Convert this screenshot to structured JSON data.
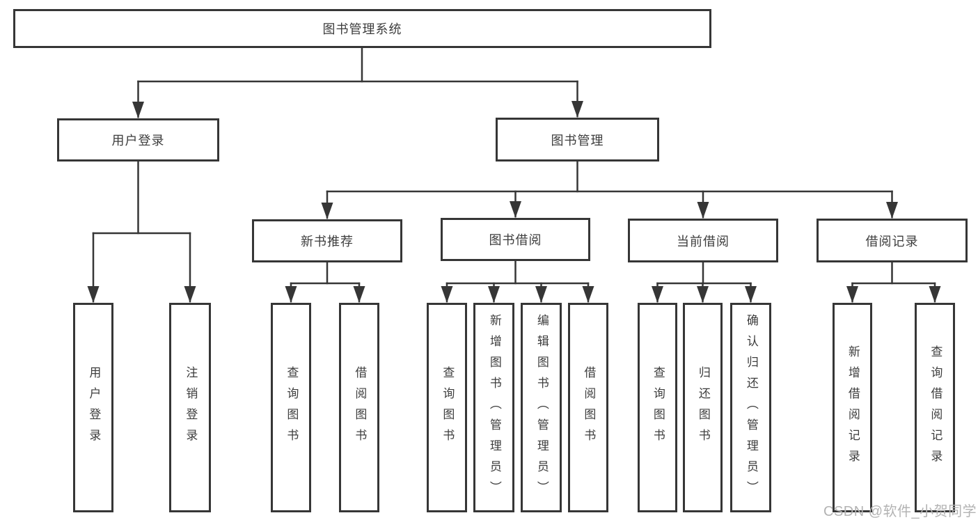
{
  "tree": {
    "root": {
      "label": "图书管理系统"
    },
    "user_login": {
      "label": "用户登录",
      "children": [
        {
          "label": "用户登录"
        },
        {
          "label": "注销登录"
        }
      ]
    },
    "book_management": {
      "label": "图书管理",
      "children": [
        {
          "label": "新书推荐",
          "children": [
            {
              "label": "查询图书"
            },
            {
              "label": "借阅图书"
            }
          ]
        },
        {
          "label": "图书借阅",
          "children": [
            {
              "label": "查询图书"
            },
            {
              "label": "新增图书（管理员）"
            },
            {
              "label": "编辑图书（管理员）"
            },
            {
              "label": "借阅图书"
            }
          ]
        },
        {
          "label": "当前借阅",
          "children": [
            {
              "label": "查询图书"
            },
            {
              "label": "归还图书"
            },
            {
              "label": "确认归还（管理员）"
            }
          ]
        },
        {
          "label": "借阅记录",
          "children": [
            {
              "label": "新增借阅记录"
            },
            {
              "label": "查询借阅记录"
            }
          ]
        }
      ]
    }
  },
  "watermark": {
    "text": "CSDN @软件_小贺同学"
  },
  "colors": {
    "line": "#363636",
    "text": "#3d3d3d",
    "background": "#ffffff",
    "watermark": "#b3b3b3"
  }
}
